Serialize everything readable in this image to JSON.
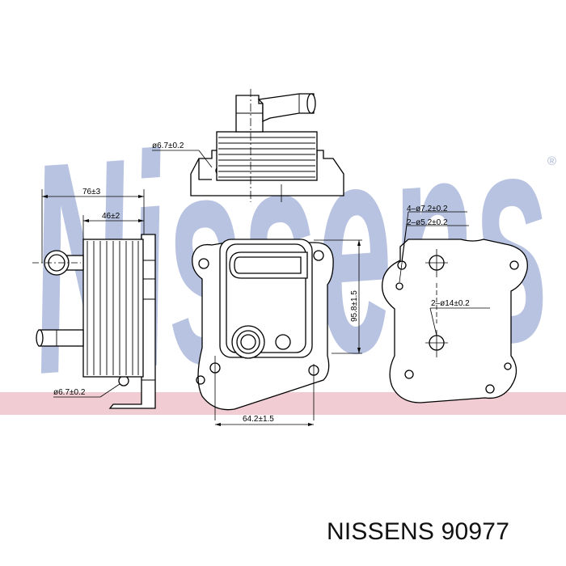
{
  "watermark": {
    "text": "Nissens",
    "color": "#b7c3e0",
    "band_color": "#f1cdd3",
    "registered_mark": "®"
  },
  "dimensions": {
    "top_view_hole": "ø6.7±0.2",
    "width_76": "76±3",
    "width_46": "46±2",
    "side_hole": "ø6.7±0.2",
    "height_95": "95.8±1.5",
    "width_64": "64.2±1.5",
    "holes_4": "4–ø7.2±0.2",
    "holes_2": "2–ø5.2±0.2",
    "ports_2": "2–ø14±0.2"
  },
  "caption": {
    "brand": "NISSENS",
    "part_number": "90977"
  }
}
